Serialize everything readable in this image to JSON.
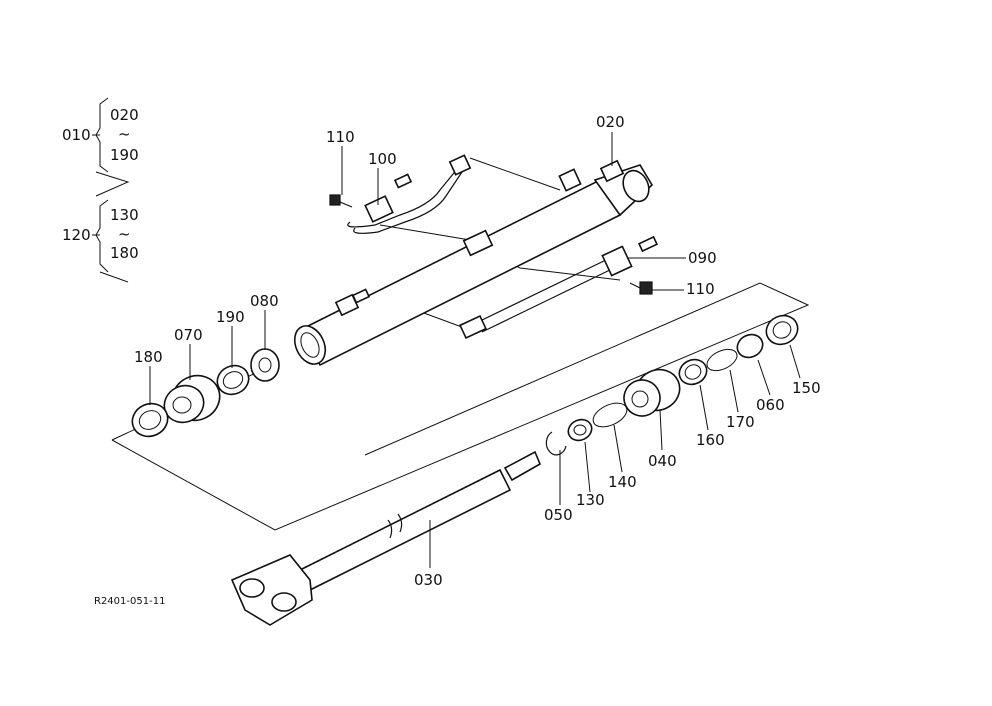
{
  "drawing_code": "R2401-051-11",
  "groups": [
    {
      "label": "010",
      "range_start": "020",
      "range_end": "190",
      "tilde": "~"
    },
    {
      "label": "120",
      "range_start": "130",
      "range_end": "180",
      "tilde": "~"
    }
  ],
  "callouts": {
    "p020": "020",
    "p110a": "110",
    "p100": "100",
    "p090": "090",
    "p110b": "110",
    "p080": "080",
    "p190": "190",
    "p070": "070",
    "p180": "180",
    "p150": "150",
    "p060": "060",
    "p170": "170",
    "p160": "160",
    "p040": "040",
    "p140": "140",
    "p130": "130",
    "p050": "050",
    "p030": "030"
  }
}
